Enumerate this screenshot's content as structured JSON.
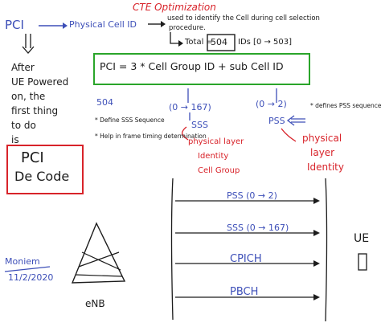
{
  "title": "CTE Optimization",
  "header": {
    "pci_label": "PCI",
    "pci_target": "Physical Cell ID",
    "used_to": "used to identify the Cell during cell selection",
    "procedure": "procedure.",
    "total_prefix": "Total =",
    "total_value": "504",
    "total_suffix": "IDs [0 → 503]"
  },
  "after_note": [
    "After",
    "UE Powered",
    "on, the",
    "first thing",
    "to do",
    "is"
  ],
  "pci_decode": [
    "PCI",
    "De Code"
  ],
  "formula": "PCI = 3 * Cell Group ID + sub Cell ID",
  "below_formula": {
    "count": "504",
    "bullets": [
      "Define SSS Sequence",
      "Help in frame timing determination"
    ],
    "range_cgid": "(0 → 167)",
    "range_sub": "(0 → 2)",
    "sss": "SSS",
    "pss": "PSS",
    "pss_note": "defines PSS sequence",
    "red_left": [
      "physical layer",
      "Identity",
      "Cell Group"
    ],
    "red_right": [
      "physical",
      "layer",
      "Identity"
    ]
  },
  "channels": [
    "PSS (0 → 2)",
    "SSS (0 → 167)",
    "CPICH",
    "PBCH"
  ],
  "enb_label": "eNB",
  "ue_label": "UE",
  "signature": {
    "name": "Moniem",
    "date": "11/2/2020"
  },
  "colors": {
    "ink_blue": "#3d4fb8",
    "ink_red": "#d8232a",
    "ink_black": "#1c1c1c",
    "box_green": "#2aa52a"
  }
}
